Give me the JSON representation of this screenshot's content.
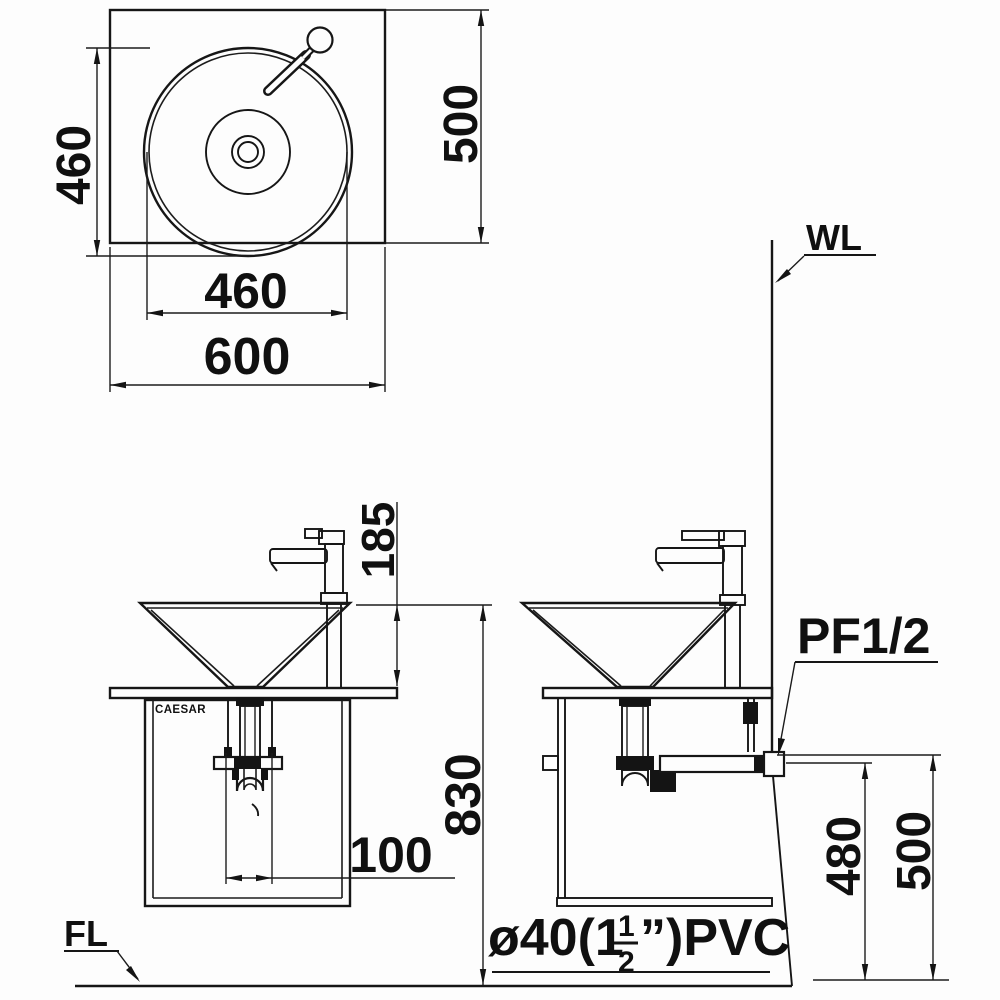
{
  "drawing": {
    "brand": "CAESAR",
    "plan": {
      "dim_basin_diameter_v": "460",
      "dim_counter_depth": "500",
      "dim_basin_diameter_h": "460",
      "dim_counter_width": "600"
    },
    "front": {
      "dim_bowl_height": "185",
      "dim_rim_height": "830",
      "dim_drain_offset": "100",
      "floor_line_label": "FL"
    },
    "side": {
      "wall_line_label": "WL",
      "supply_spec_label": "PF1/2",
      "dim_drain_center_height": "480",
      "dim_drain_top_height": "500",
      "pipe_spec": {
        "prefix": "ø40(1",
        "frac_num": "1",
        "frac_den": "2",
        "suffix": "”)PVC"
      }
    }
  }
}
